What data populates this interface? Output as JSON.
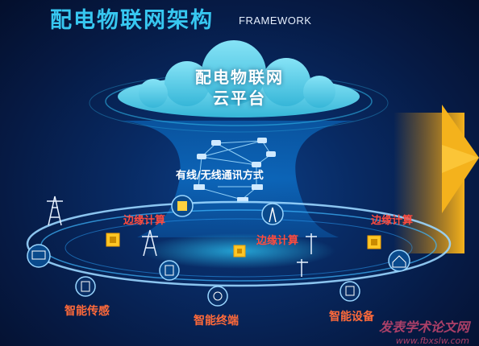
{
  "header": {
    "title": "配电物联网架构",
    "subtitle": "FRAMEWORK"
  },
  "cloud": {
    "line1": "配电物联网",
    "line2": "云平台"
  },
  "network": {
    "label": "有线/无线通讯方式"
  },
  "edge_labels": [
    "边缘计算",
    "边缘计算",
    "边缘计算"
  ],
  "bottom_labels": {
    "sensing": "智能传感",
    "terminal": "智能终端",
    "device": "智能设备"
  },
  "watermark": {
    "text": "发表学术论文网",
    "url": "www.fbxslw.com"
  },
  "colors": {
    "title": "#37c7f0",
    "edge_label": "#ff4b3e",
    "bottom_label": "#ff6a3a",
    "arrow": "#f0a91c"
  }
}
